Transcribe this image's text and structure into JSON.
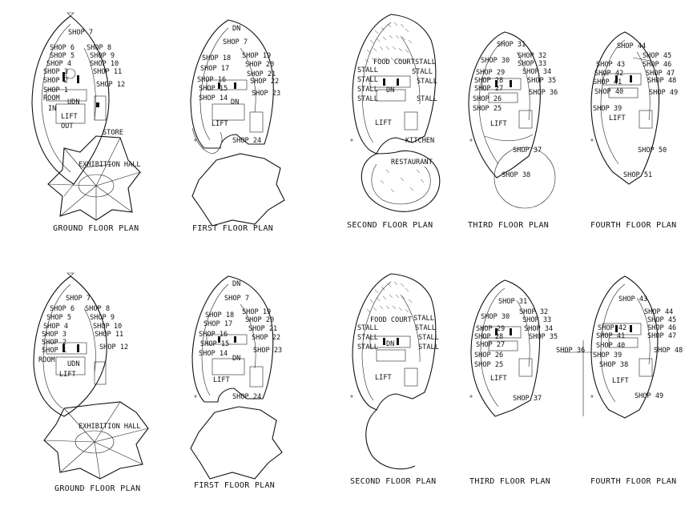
{
  "plans": [
    {
      "id": "p1",
      "caption": "GROUND FLOOR PLAN",
      "labels": [
        "SHOP 7",
        "SHOP 6",
        "SHOP 8",
        "SHOP 5",
        "SHOP 9",
        "SHOP 4",
        "SHOP 10",
        "SHOP 3",
        "SHOP 11",
        "SHOP 2",
        "SHOP 12",
        "SHOP 1",
        "ROOM",
        "IN",
        "UDN",
        "LIFT",
        "OUT",
        "STORE",
        "EXHIBITION HALL"
      ]
    },
    {
      "id": "p2",
      "caption": "FIRST   FLOOR PLAN",
      "labels": [
        "SHOP 7",
        "DN",
        "SHOP 18",
        "SHOP 19",
        "SHOP 17",
        "SHOP 20",
        "SHOP 16",
        "SHOP 21",
        "SHOP 15",
        "SHOP 22",
        "SHOP 14",
        "SHOP 23",
        "DN",
        "LIFT",
        "SHOP 24"
      ]
    },
    {
      "id": "p3",
      "caption": "SECOND FLOOR PLAN",
      "labels": [
        "FOOD COURT",
        "STALL",
        "STALL",
        "STALL",
        "STALL",
        "STALL",
        "STALL",
        "DN",
        "STALL",
        "STALL",
        "LIFT",
        "KITCHEN",
        "RESTAURANT"
      ]
    },
    {
      "id": "p4",
      "caption": "THIRD FLOOR PLAN",
      "labels": [
        "SHOP 31",
        "SHOP 32",
        "SHOP 30",
        "SHOP 33",
        "SHOP 29",
        "SHOP 34",
        "SHOP 28",
        "SHOP 35",
        "SHOP 27",
        "SHOP 36",
        "SHOP 26",
        "SHOP 25",
        "LIFT",
        "SHOP 37",
        "SHOP 38"
      ]
    },
    {
      "id": "p5",
      "caption": "FOURTH   FLOOR PLAN",
      "labels": [
        "SHOP 44",
        "SHOP 45",
        "SHOP 43",
        "SHOP 46",
        "SHOP 42",
        "SHOP 47",
        "SHOP 41",
        "SHOP 48",
        "SHOP 40",
        "SHOP 49",
        "SHOP 39",
        "LIFT",
        "SHOP 50",
        "SHOP 51"
      ]
    },
    {
      "id": "p6",
      "caption": "GROUND FLOOR PLAN",
      "labels": [
        "SHOP 7",
        "SHOP 6",
        "SHOP 8",
        "SHOP 5",
        "SHOP 9",
        "SHOP 4",
        "SHOP 10",
        "SHOP 3",
        "SHOP 11",
        "SHOP 2",
        "SHOP 12",
        "SHOP 1",
        "ROOM",
        "UDN",
        "LIFT",
        "EXHIBITION HALL"
      ]
    },
    {
      "id": "p7",
      "caption": "FIRST   FLOOR PLAN",
      "labels": [
        "DN",
        "SHOP 7",
        "SHOP 18",
        "SHOP 19",
        "SHOP 17",
        "SHOP 20",
        "SHOP 16",
        "SHOP 21",
        "SHOP 15",
        "SHOP 22",
        "SHOP 14",
        "SHOP 23",
        "DN",
        "LIFT",
        "SHOP 24"
      ]
    },
    {
      "id": "p8",
      "caption": "SECOND FLOOR PLAN",
      "labels": [
        "FOOD COURT",
        "STALL",
        "STALL",
        "STALL",
        "STALL",
        "STALL",
        "DN",
        "STALL",
        "STALL",
        "LIFT"
      ]
    },
    {
      "id": "p9",
      "caption": "THIRD FLOOR PLAN",
      "labels": [
        "SHOP 31",
        "SHOP 32",
        "SHOP 30",
        "SHOP 33",
        "SHOP 29",
        "SHOP 34",
        "SHOP 28",
        "SHOP 35",
        "SHOP 27",
        "SHOP 36",
        "SHOP 26",
        "SHOP 25",
        "LIFT",
        "SHOP 37"
      ]
    },
    {
      "id": "p10",
      "caption": "FOURTH   FLOOR PLAN",
      "labels": [
        "SHOP 43",
        "SHOP 44",
        "SHOP 45",
        "SHOP 42",
        "SHOP 46",
        "SHOP 41",
        "SHOP 47",
        "SHOP 40",
        "SHOP 48",
        "SHOP 39",
        "SHOP 38",
        "LIFT",
        "SHOP 49"
      ]
    }
  ]
}
